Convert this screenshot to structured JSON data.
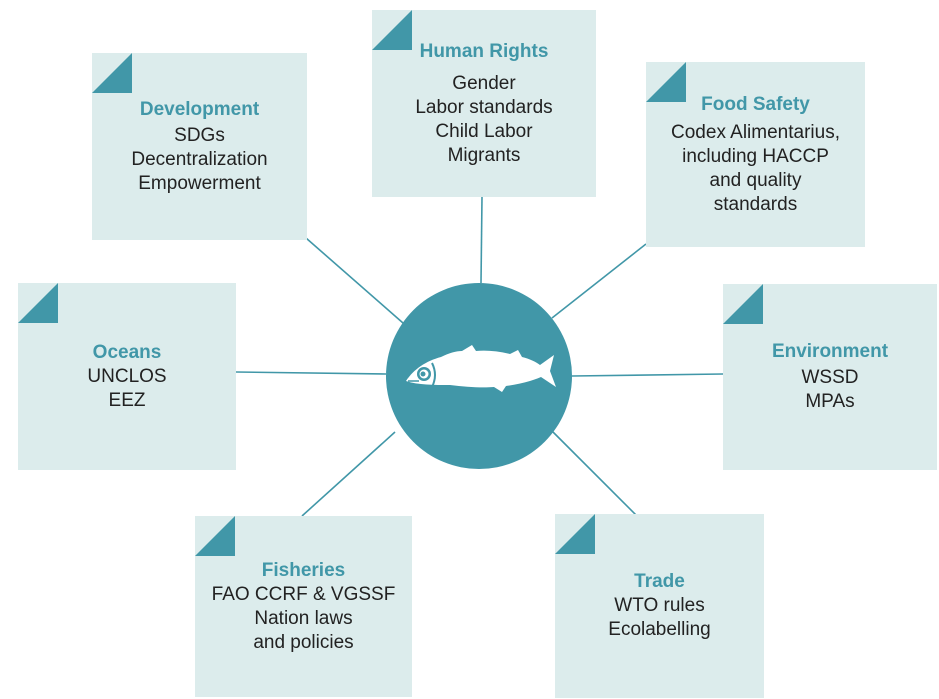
{
  "hub": {
    "icon": "fish-icon",
    "color": "#4197a8"
  },
  "colors": {
    "accent": "#4197a8",
    "note_background": "#dcecec",
    "text": "#222222"
  },
  "nodes": {
    "development": {
      "title": "Development",
      "lines": [
        "SDGs",
        "Decentralization",
        "Empowerment"
      ]
    },
    "human_rights": {
      "title": "Human Rights",
      "lines": [
        "Gender",
        "Labor standards",
        "Child Labor",
        "Migrants"
      ]
    },
    "food_safety": {
      "title": "Food Safety",
      "lines": [
        "Codex Alimentarius,",
        "including HACCP",
        "and quality",
        "standards"
      ]
    },
    "oceans": {
      "title": "Oceans",
      "lines": [
        "UNCLOS",
        "EEZ"
      ]
    },
    "environment": {
      "title": "Environment",
      "lines": [
        "WSSD",
        "MPAs"
      ]
    },
    "fisheries": {
      "title": "Fisheries",
      "lines": [
        "FAO CCRF & VGSSF",
        "Nation laws",
        "and policies"
      ]
    },
    "trade": {
      "title": "Trade",
      "lines": [
        "WTO rules",
        "Ecolabelling"
      ]
    }
  }
}
